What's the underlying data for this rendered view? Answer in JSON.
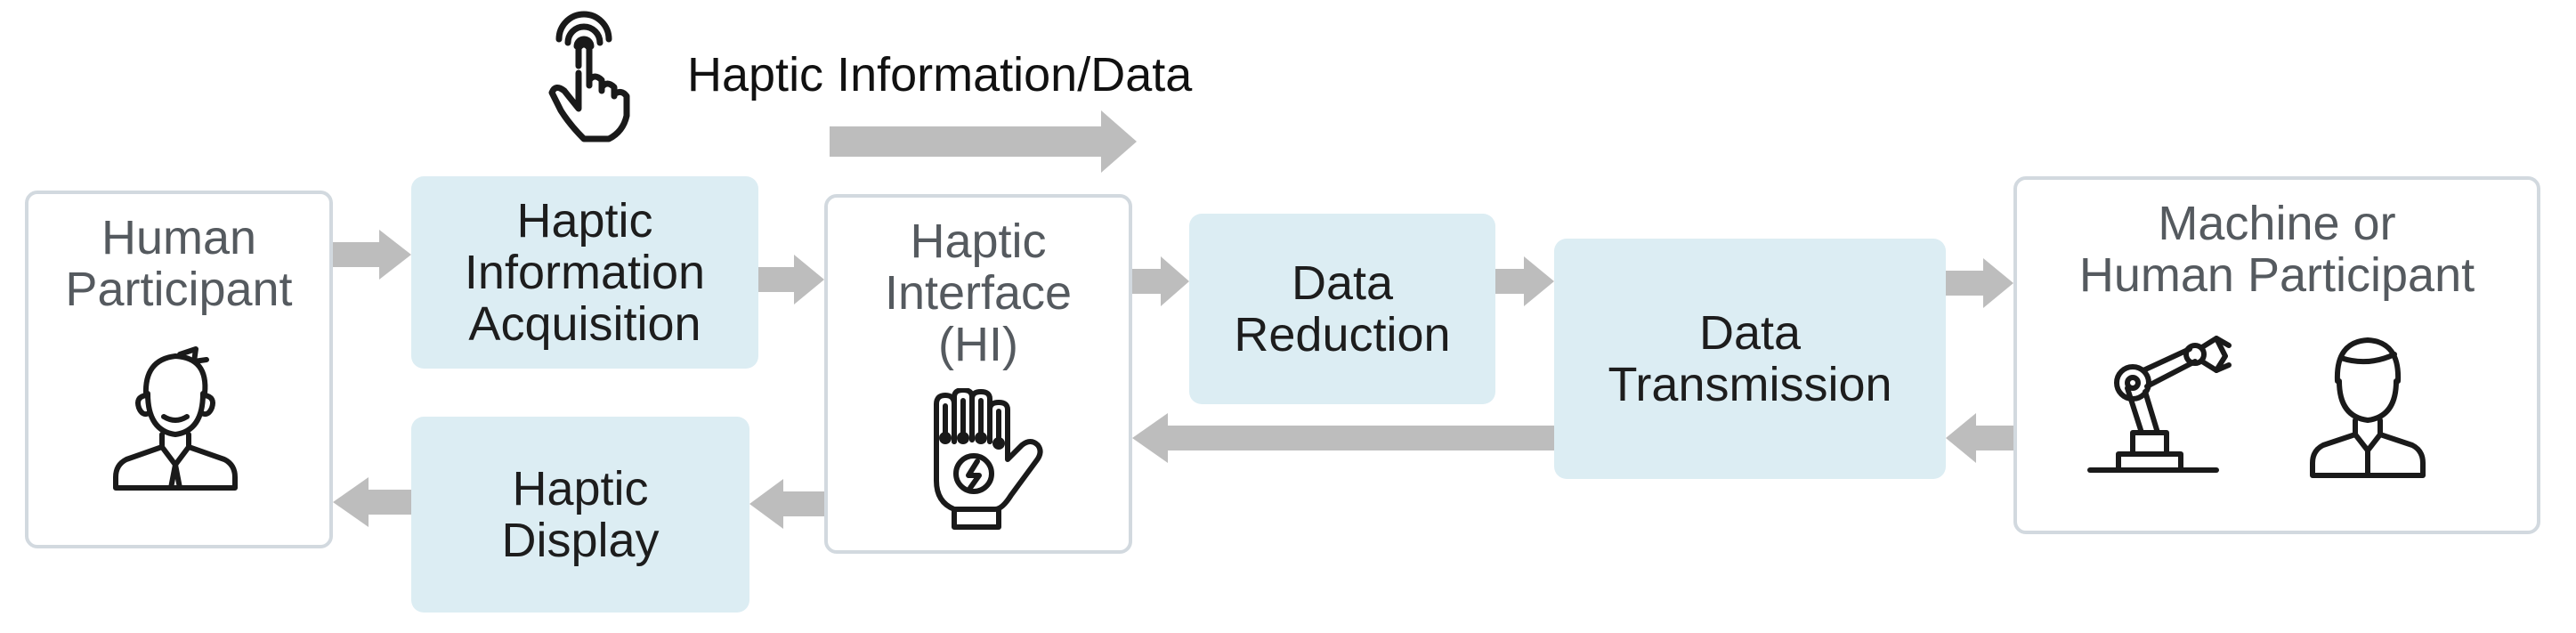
{
  "diagram": {
    "top_caption": "Haptic Information/Data",
    "nodes": {
      "human_participant": {
        "line1": "Human",
        "line2": "Participant"
      },
      "acquisition": {
        "line1": "Haptic",
        "line2": "Information",
        "line3": "Acquisition"
      },
      "haptic_display": {
        "line1": "Haptic",
        "line2": "Display"
      },
      "haptic_interface": {
        "line1": "Haptic",
        "line2": "Interface",
        "line3": "(HI)"
      },
      "data_reduction": {
        "line1": "Data",
        "line2": "Reduction"
      },
      "data_transmission": {
        "line1": "Data",
        "line2": "Transmission"
      },
      "machine_or_human": {
        "line1": "Machine or",
        "line2": "Human Participant"
      }
    },
    "icons": {
      "touch": "touch-hand-icon",
      "person": "person-icon",
      "glove": "haptic-glove-icon",
      "robot_arm": "robot-arm-icon",
      "person_right": "person-icon"
    },
    "colors": {
      "process_fill": "#dcedf3",
      "node_border": "#d2d9df",
      "arrow": "#bdbdbd",
      "icon_stroke": "#1a1a1a"
    }
  }
}
